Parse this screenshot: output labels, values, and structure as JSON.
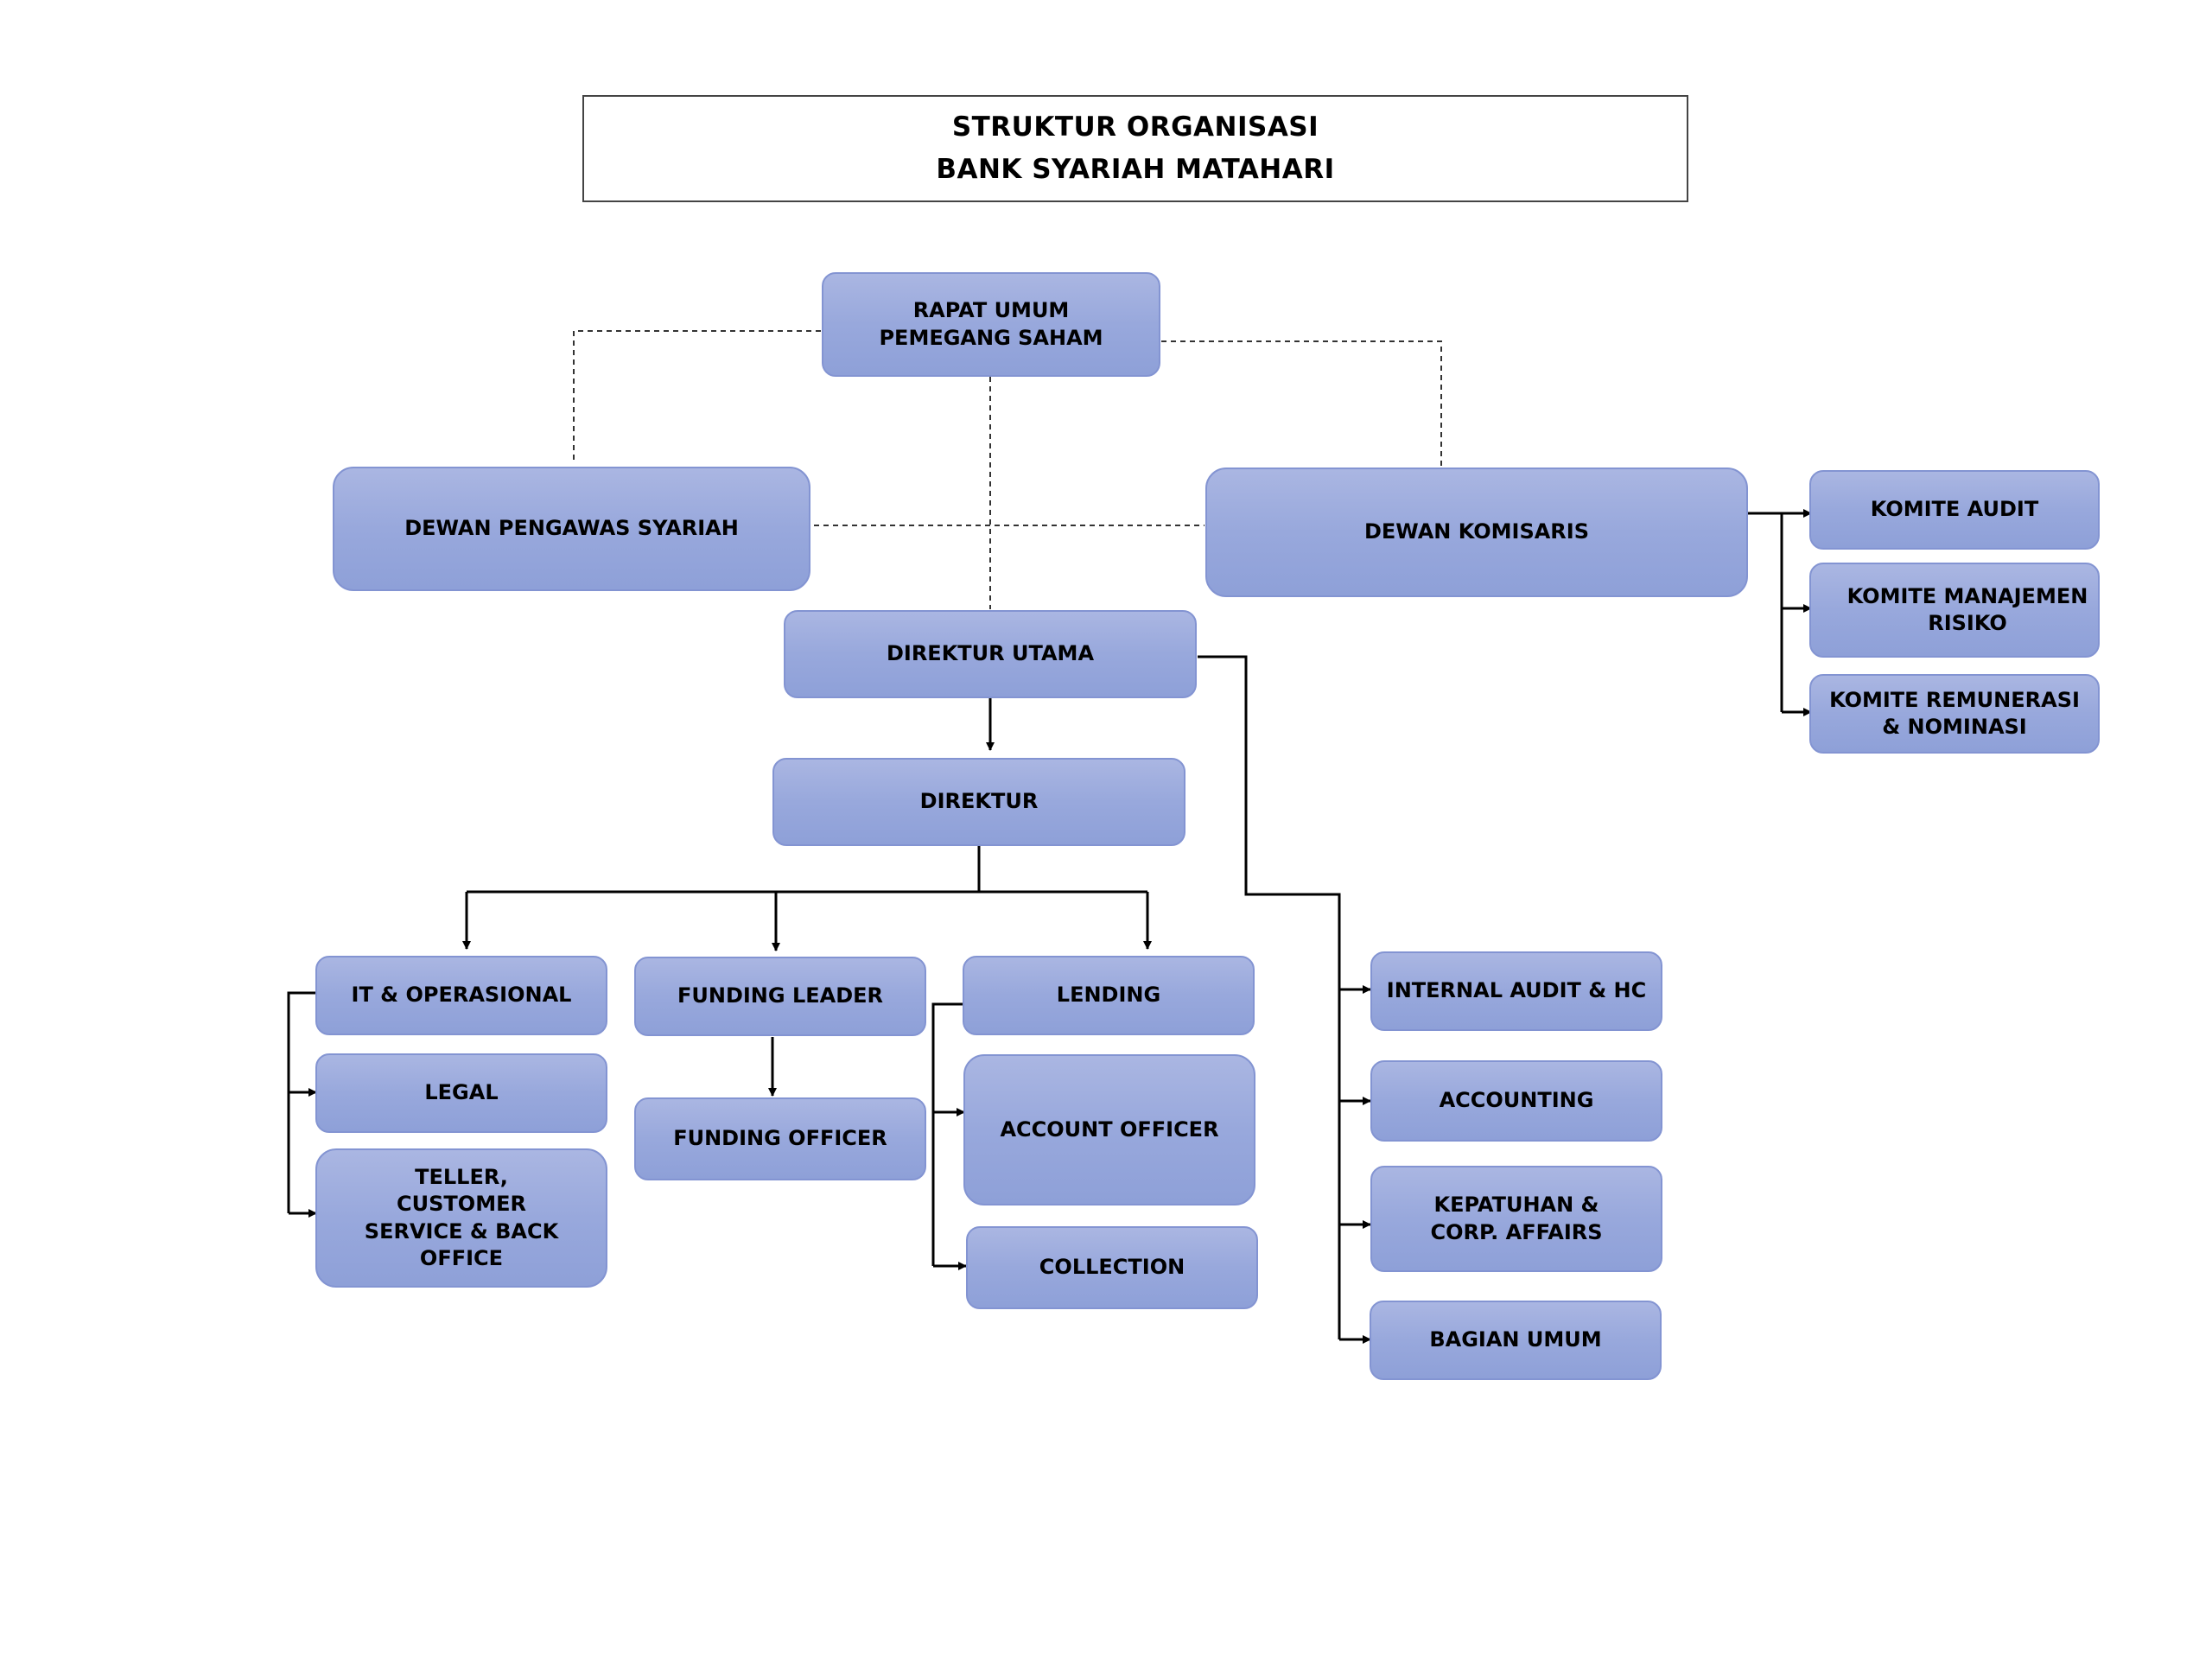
{
  "title": {
    "line1": "STRUKTUR ORGANISASI",
    "line2": "BANK SYARIAH MATAHARI"
  },
  "nodes": {
    "rups": "RAPAT UMUM PEMEGANG SAHAM",
    "dps": "DEWAN PENGAWAS SYARIAH",
    "komisaris": "DEWAN KOMISARIS",
    "komite_audit": "KOMITE AUDIT",
    "komite_risiko": "KOMITE MANAJEMEN RISIKO",
    "komite_remunerasi": "KOMITE REMUNERASI & NOMINASI",
    "direktur_utama": "DIREKTUR UTAMA",
    "direktur": "DIREKTUR",
    "it_operasional": "IT & OPERASIONAL",
    "legal": "LEGAL",
    "teller": "TELLER, CUSTOMER SERVICE & BACK OFFICE",
    "funding_leader": "FUNDING LEADER",
    "funding_officer": "FUNDING OFFICER",
    "lending": "LENDING",
    "account_officer": "ACCOUNT OFFICER",
    "collection": "COLLECTION",
    "internal_audit": "INTERNAL AUDIT & HC",
    "accounting": "ACCOUNTING",
    "kepatuhan": "KEPATUHAN & CORP. AFFAIRS",
    "bagian_umum": "BAGIAN UMUM"
  },
  "colors": {
    "node_fill_top": "#aab6e2",
    "node_fill_bottom": "#8ea0d8",
    "node_border": "#8394d2",
    "line": "#000000"
  }
}
